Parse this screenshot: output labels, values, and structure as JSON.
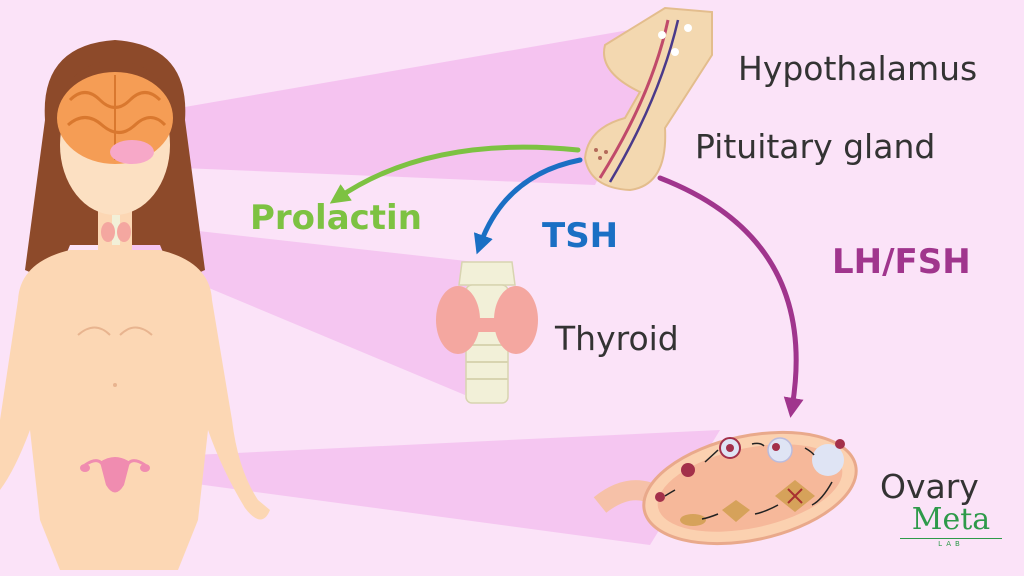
{
  "labels": {
    "hypothalamus": "Hypothalamus",
    "pituitary": "Pituitary gland",
    "thyroid": "Thyroid",
    "ovary": "Ovary"
  },
  "hormones": {
    "prolactin": "Prolactin",
    "tsh": "TSH",
    "lh_fsh": "LH/FSH"
  },
  "logo": {
    "word": "Meta",
    "sub": "LAB"
  },
  "colors": {
    "background": "#fbe3f8",
    "prolactin": "#7dc242",
    "tsh": "#1a6fc4",
    "lh_fsh": "#a0358d",
    "organ_text": "#333333",
    "logo": "#2e9a4a"
  }
}
